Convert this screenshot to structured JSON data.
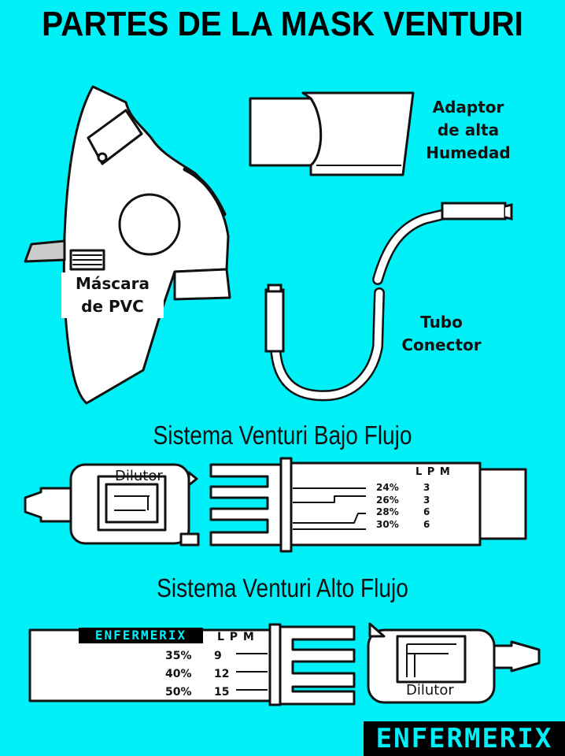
{
  "title": "PARTES DE LA MASK VENTURI",
  "parts": {
    "adaptor": "Adaptor\nde alta\nHumedad",
    "mask": "Máscara\nde PVC",
    "tube": "Tubo\nConector"
  },
  "low_flow": {
    "heading": "Sistema Venturi Bajo Flujo",
    "dilutor_label": "Dilutor",
    "lpm_header": "L P M",
    "rows": [
      {
        "pct": "24%",
        "lpm": "3"
      },
      {
        "pct": "26%",
        "lpm": "3"
      },
      {
        "pct": "28%",
        "lpm": "6"
      },
      {
        "pct": "30%",
        "lpm": "6"
      }
    ]
  },
  "high_flow": {
    "heading": "Sistema Venturi Alto Flujo",
    "dilutor_label": "Dilutor",
    "lpm_header": "L P M",
    "rows": [
      {
        "pct": "35%",
        "lpm": "9"
      },
      {
        "pct": "40%",
        "lpm": "12"
      },
      {
        "pct": "50%",
        "lpm": "15"
      }
    ]
  },
  "brand": "ENFERMERIX",
  "colors": {
    "background": "#00F0F8",
    "brand_bg": "#000000",
    "brand_text": "#00F0F8",
    "line": "#111111"
  }
}
